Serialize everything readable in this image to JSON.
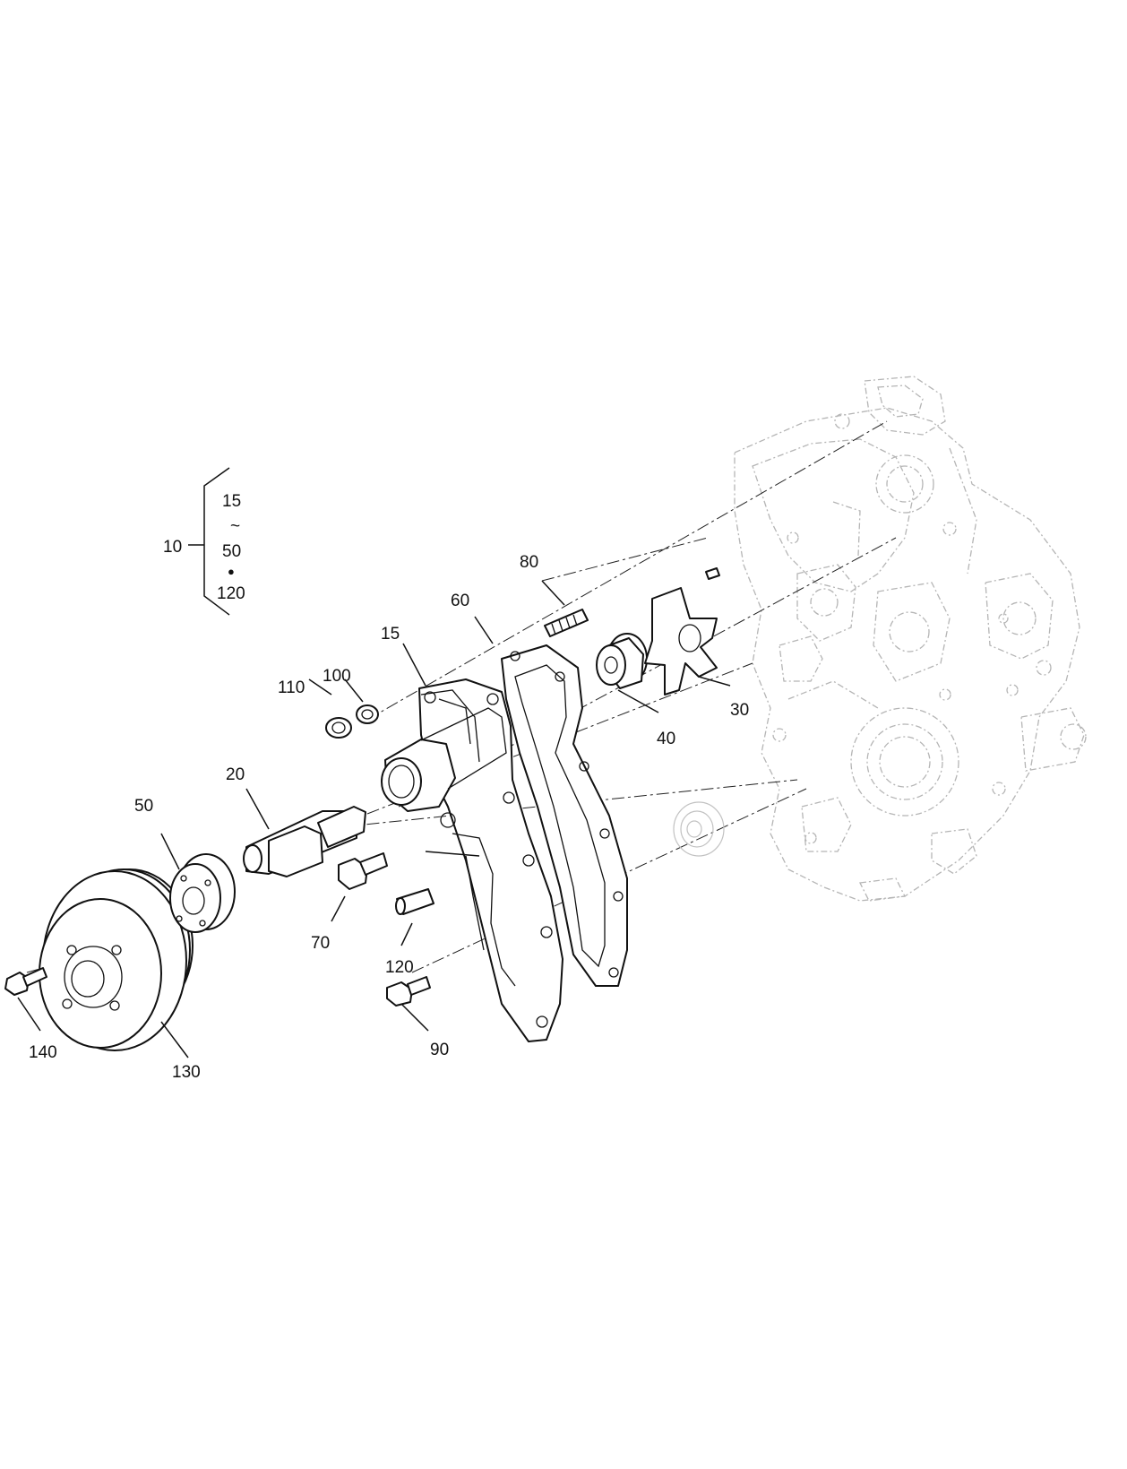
{
  "colors": {
    "line": "#111111",
    "ghost": "#b5b5b5",
    "background": "#ffffff"
  },
  "callouts": {
    "assembly": {
      "label": "10",
      "range_start": "15",
      "range_sep": "~",
      "range_end": "50",
      "bullet": "●",
      "extra": "120"
    },
    "p15": "15",
    "p20": "20",
    "p30": "30",
    "p40": "40",
    "p50": "50",
    "p60": "60",
    "p70": "70",
    "p80": "80",
    "p90": "90",
    "p100": "100",
    "p110": "110",
    "p120": "120",
    "p130": "130",
    "p140": "140"
  }
}
